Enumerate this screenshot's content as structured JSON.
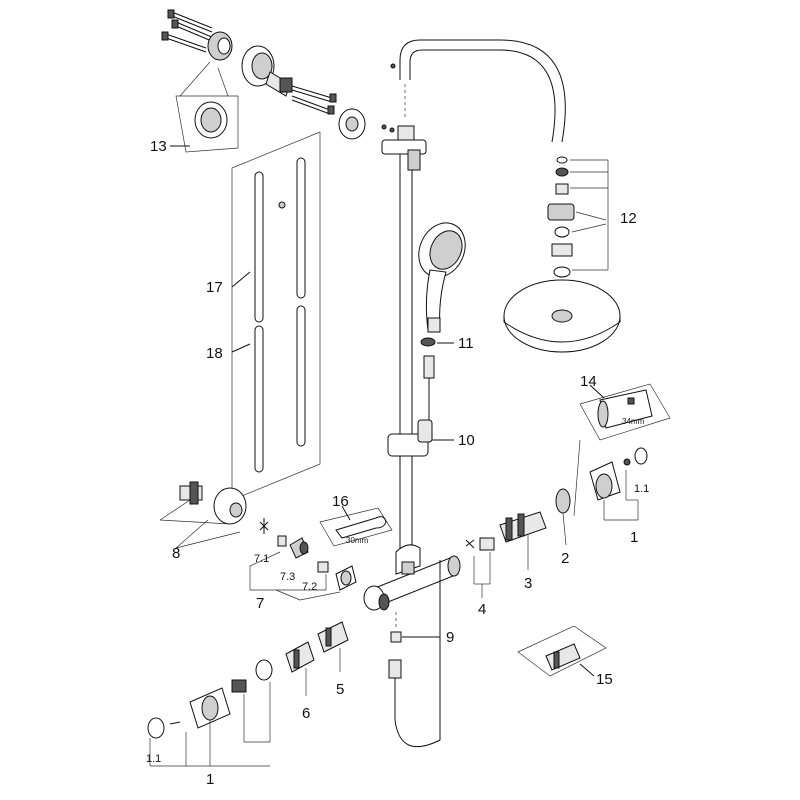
{
  "labels": {
    "p1a": "1",
    "p1b": "1",
    "p1_1a": "1.1",
    "p1_1b": "1.1",
    "p2": "2",
    "p3": "3",
    "p4": "4",
    "p5": "5",
    "p6": "6",
    "p7": "7",
    "p7_1": "7.1",
    "p7_2": "7.2",
    "p7_3": "7.3",
    "p8": "8",
    "p9": "9",
    "p10": "10",
    "p11": "11",
    "p12": "12",
    "p13": "13",
    "p14": "14",
    "p15": "15",
    "p16": "16",
    "p17": "17",
    "p18": "18"
  },
  "tool_marks": {
    "wrench_size": "30mm",
    "sleeve_size": "34mm"
  }
}
